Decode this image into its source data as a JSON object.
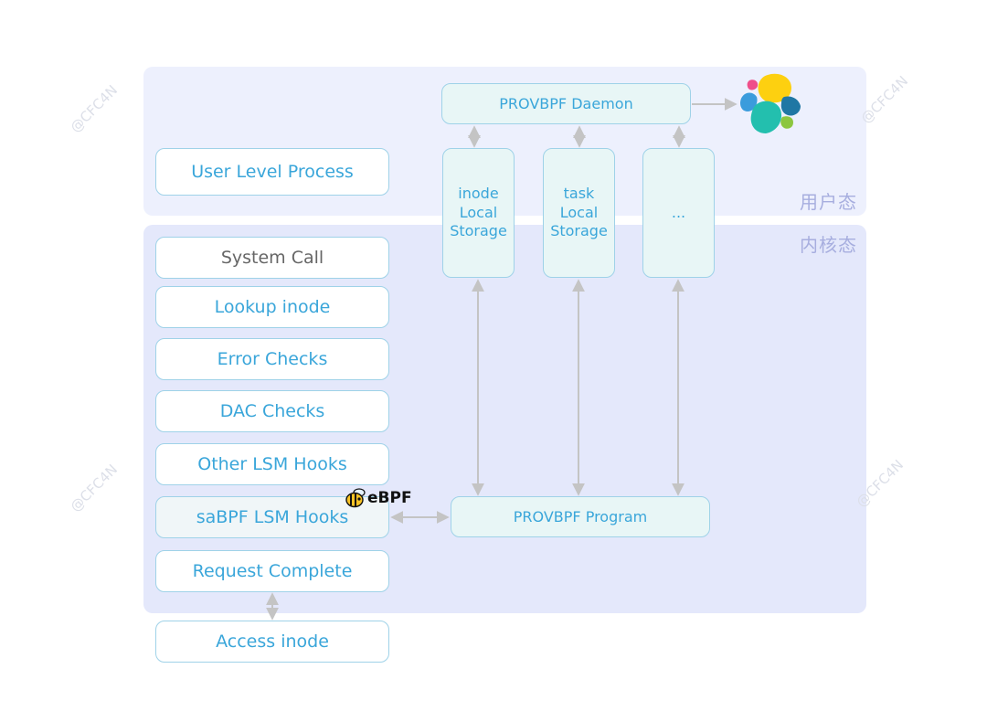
{
  "zones": {
    "user_label": "用户态",
    "kernel_label": "内核态"
  },
  "user_level_process": "User Level Process",
  "daemon": "PROVBPF Daemon",
  "storages": [
    {
      "line1": "inode",
      "line2": "Local",
      "line3": "Storage"
    },
    {
      "line1": "task",
      "line2": "Local",
      "line3": "Storage"
    },
    {
      "line1": "...",
      "line2": "",
      "line3": ""
    }
  ],
  "program": "PROVBPF Program",
  "hooks_stack": [
    "System Call",
    "Lookup inode",
    "Error Checks",
    "DAC Checks",
    "Other LSM Hooks",
    "saBPF LSM Hooks",
    "Request Complete"
  ],
  "access_inode": "Access inode",
  "ebpf_logo_text": "eBPF",
  "watermark": "@CFC4N",
  "colors": {
    "box_border": "#9fd2e8",
    "box_text": "#3aa6da",
    "arrow": "#c4c4c4",
    "user_zone": "#edf0fd",
    "kernel_zone": "#e4e8fb"
  },
  "icons": [
    "elastic-logo-icon",
    "bee-icon"
  ]
}
